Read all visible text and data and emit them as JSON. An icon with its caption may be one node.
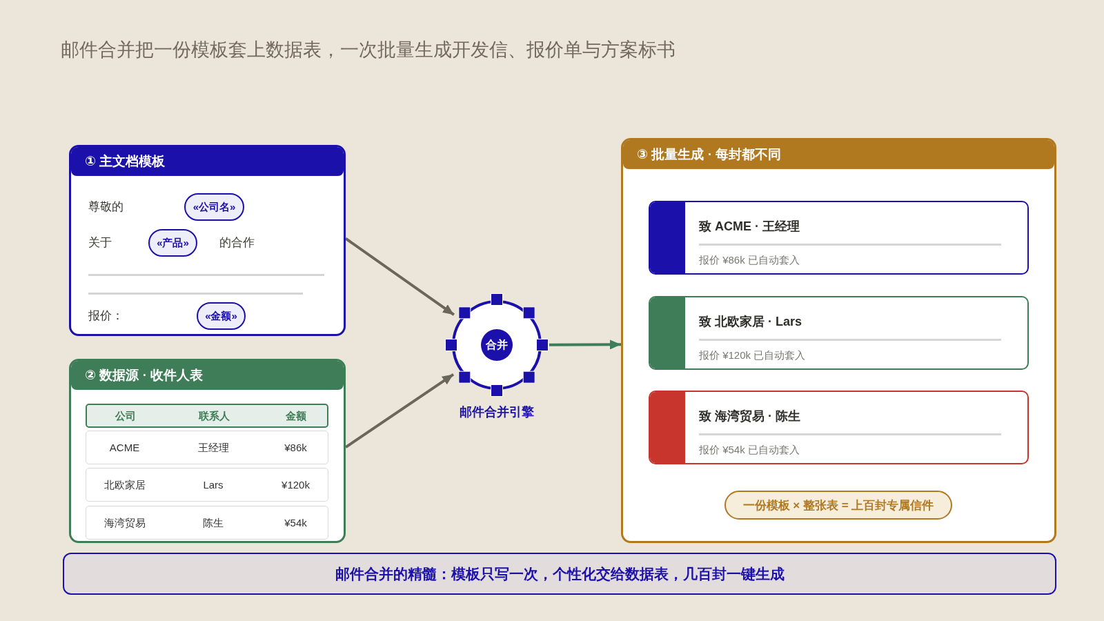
{
  "diagram": {
    "title": "邮件合并把一份模板套上数据表，一次批量生成开发信、报价单与方案标书",
    "nodes": [
      {
        "text": [
          "① 主文档模板",
          "尊敬的",
          "关于",
          "的合作",
          "报价："
        ]
      },
      {
        "text": [
          "«公司名»"
        ],
        "in": 0
      },
      {
        "text": [
          "«产品»"
        ],
        "in": 0
      },
      {
        "text": [
          "«金额»"
        ],
        "in": 0
      },
      {
        "text": [
          "② 数据源 · 收件人表"
        ]
      },
      {
        "text": [
          "公司",
          "联系人",
          "金额"
        ],
        "in": 4
      },
      {
        "text": [
          "ACME",
          "王经理",
          "¥86k"
        ],
        "in": 4
      },
      {
        "text": [
          "北欧家居",
          "Lars",
          "¥120k"
        ],
        "in": 4
      },
      {
        "text": [
          "海湾贸易",
          "陈生",
          "¥54k"
        ],
        "in": 4
      },
      {
        "text": [
          "合并"
        ],
        "beside": [
          "邮件合并引擎"
        ]
      },
      {
        "text": [
          "③ 批量生成 · 每封都不同"
        ]
      },
      {
        "text": [
          "致 ACME · 王经理",
          "报价 ¥86k 已自动套入"
        ],
        "in": 10
      },
      {
        "text": [
          "致 北欧家居 · Lars",
          "报价 ¥120k 已自动套入"
        ],
        "in": 10
      },
      {
        "text": [
          "致 海湾贸易 · 陈生",
          "报价 ¥54k 已自动套入"
        ],
        "in": 10
      },
      {
        "text": [
          "一份模板 × 整张表 = 上百封专属信件"
        ],
        "in": 10
      },
      {
        "text": [
          "邮件合并的精髓：模板只写一次，个性化交给数据表，几百封一键生成"
        ]
      }
    ],
    "edges": [
      {
        "from": 0,
        "to": 9,
        "arrow": "to"
      },
      {
        "from": 4,
        "to": 9,
        "arrow": "to"
      },
      {
        "from": 9,
        "to": 10,
        "arrow": "to",
        "color": "#3f7d58"
      }
    ]
  }
}
